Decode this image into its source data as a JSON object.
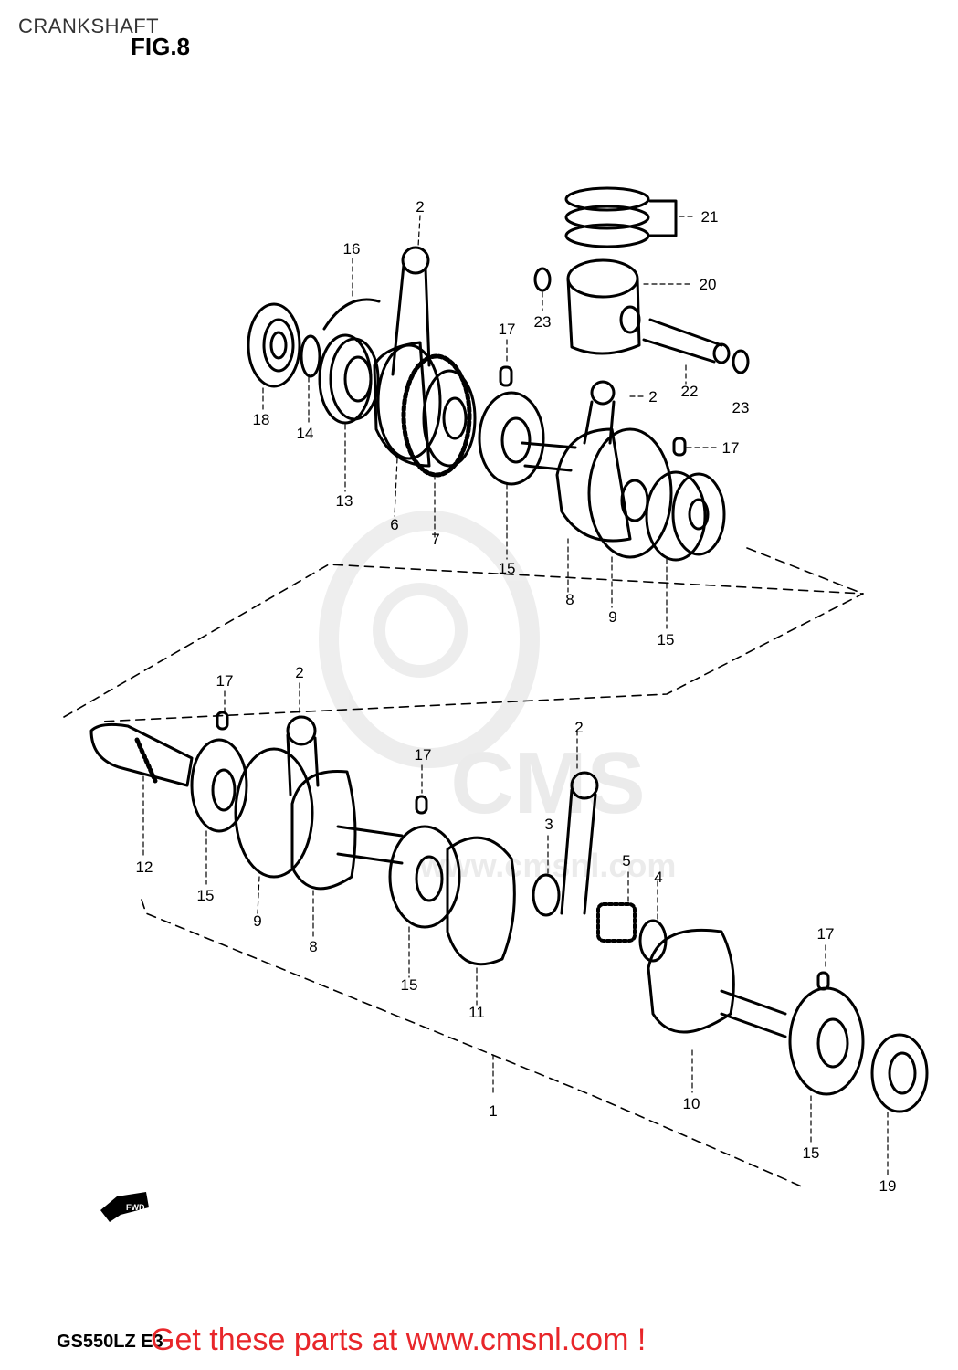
{
  "header": {
    "title": "CRANKSHAFT",
    "figure": "FIG.8"
  },
  "footer": {
    "model_code": "GS550LZ E3",
    "promo": "Get these parts at www.cmsnl.com !"
  },
  "watermark": {
    "brand": "CMS",
    "url": "www.cmsnl.com"
  },
  "arrow": {
    "label": "FWD"
  },
  "colors": {
    "ink": "#000000",
    "promo": "#e8262a",
    "watermark": "#d9d9d9"
  },
  "callouts": [
    "2",
    "16",
    "21",
    "20",
    "23",
    "17",
    "23",
    "22",
    "2",
    "17",
    "18",
    "14",
    "13",
    "6",
    "7",
    "15",
    "8",
    "9",
    "15",
    "17",
    "2",
    "2",
    "17",
    "12",
    "15",
    "9",
    "8",
    "3",
    "5",
    "4",
    "15",
    "11",
    "17",
    "1",
    "10",
    "15",
    "19"
  ]
}
